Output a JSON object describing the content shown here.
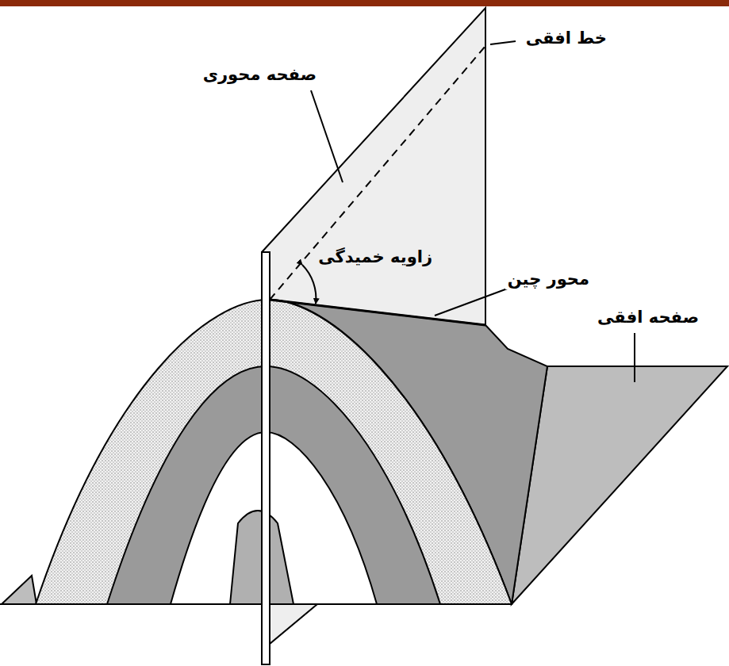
{
  "diagram": {
    "labels": [
      "صفحه محوری",
      "خط افقی",
      "زاویه خمیدگی",
      "محور چین",
      "صفحه افقی"
    ]
  }
}
